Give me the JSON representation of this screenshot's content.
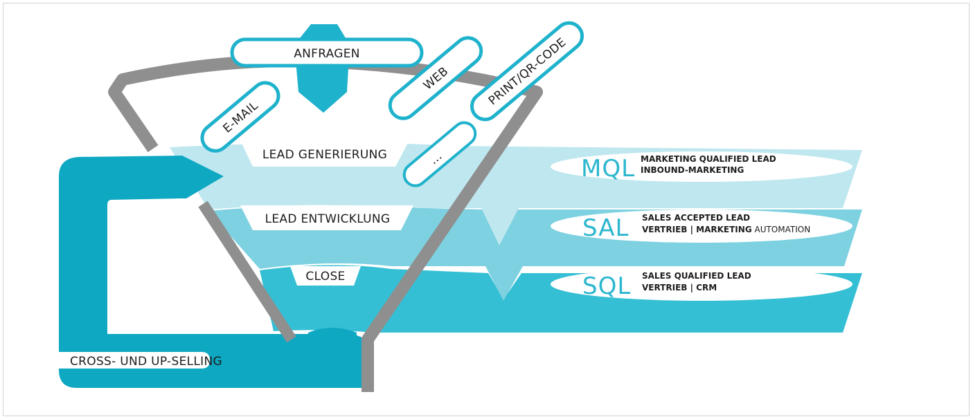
{
  "colors": {
    "teal_dark": "#0fa8c2",
    "teal_mid": "#35bfd4",
    "teal_light": "#7dd1e0",
    "teal_pale": "#bfe7ef",
    "funnel_gray": "#8f8f8f",
    "label_border": "#1fb2cc"
  },
  "sources": {
    "top": "ANFRAGEN",
    "email": "E-MAIL",
    "web": "WEB",
    "print": "PRINT/QR-CODE",
    "more": "..."
  },
  "stages": [
    {
      "label": "LEAD GENERIERUNG",
      "acronym": "MQL",
      "title": "MARKETING QUALIFIED LEAD",
      "detail_bold": "INBOUND-MARKETING",
      "detail_regular": ""
    },
    {
      "label": "LEAD ENTWICKLUNG",
      "acronym": "SAL",
      "title": "SALES ACCEPTED LEAD",
      "detail_bold": "VERTRIEB | MARKETING",
      "detail_regular": " AUTOMATION"
    },
    {
      "label": "CLOSE",
      "acronym": "SQL",
      "title": "SALES QUALIFIED LEAD",
      "detail_bold": "VERTRIEB | CRM",
      "detail_regular": ""
    }
  ],
  "loop_label": "CROSS- UND UP-SELLING"
}
